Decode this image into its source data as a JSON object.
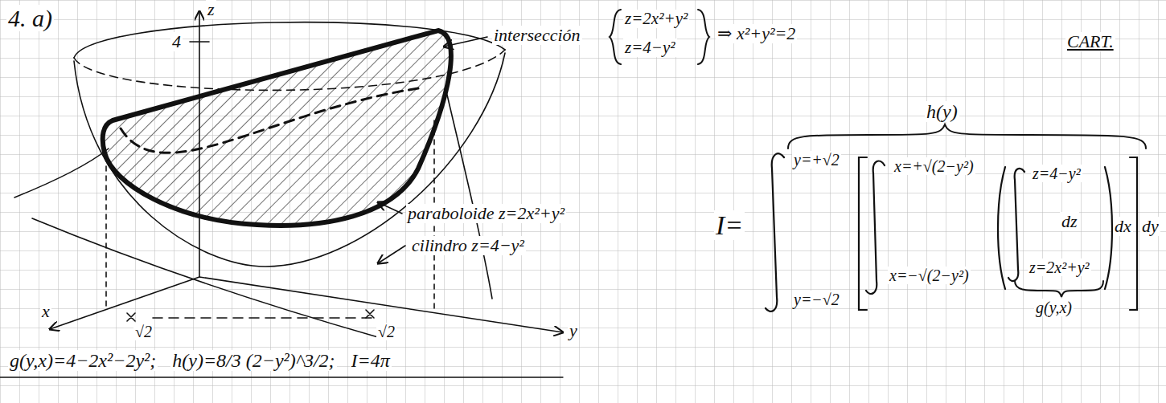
{
  "diagram": {
    "labels": [
      "4. a)",
      "z",
      "4",
      "intersección",
      "z=2x²+y²",
      "z=4−y²",
      "⇒ x²+y²=2",
      "CART.",
      "h(y)",
      "paraboloide z=2x²+y²",
      "I=",
      "y=+√2",
      "x=+√(2−y²)",
      "z=4−y²",
      "cilindro z=4−y²",
      "dz",
      "dx",
      "dy",
      "x=−√(2−y²)",
      "z=2x²+y²",
      "y=−√2",
      "x",
      "√2",
      "√2",
      "y",
      "g(y,x)",
      "g(y,x)=4−2x²−2y²;",
      "h(y)=8/3 (2−y²)^3/2;",
      "I=4π"
    ]
  }
}
